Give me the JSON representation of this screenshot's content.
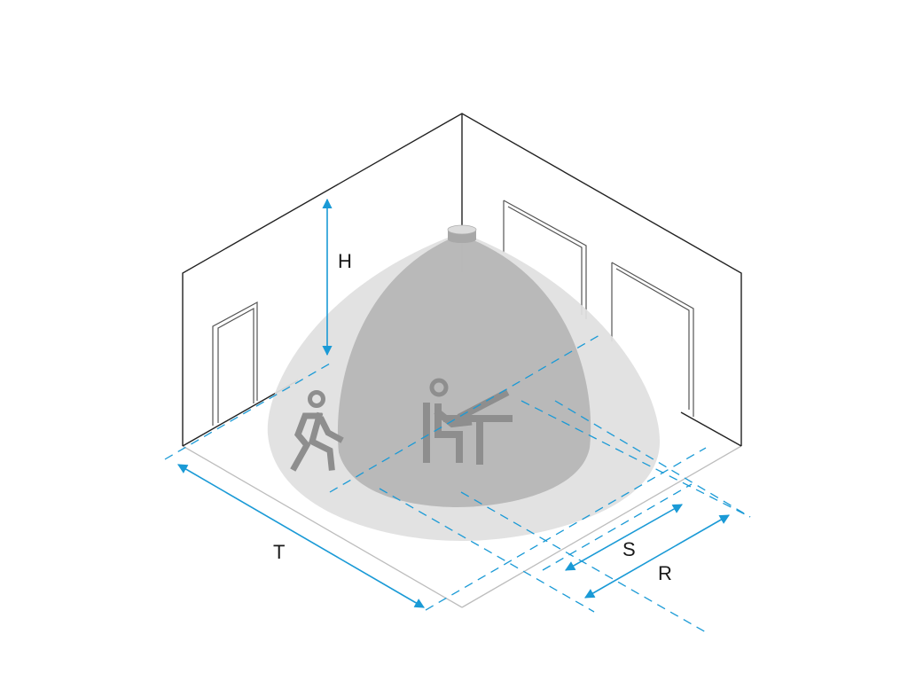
{
  "labels": {
    "height": "H",
    "total_width": "T",
    "seated_radius": "S",
    "walking_radius": "R"
  },
  "colors": {
    "dimension": "#1a9ad6",
    "outline": "#222222",
    "door_outline": "#555555",
    "floor_edge": "#bdbdbd",
    "outer_cone": "#e0e0e0",
    "inner_cone": "#b5b5b5",
    "figure": "#8e8e8e",
    "sensor_top": "#dcdcdc",
    "sensor_side": "#a8a8a8"
  },
  "icons": [
    "sensor-icon",
    "walking-person-icon",
    "seated-person-at-desk-icon"
  ]
}
